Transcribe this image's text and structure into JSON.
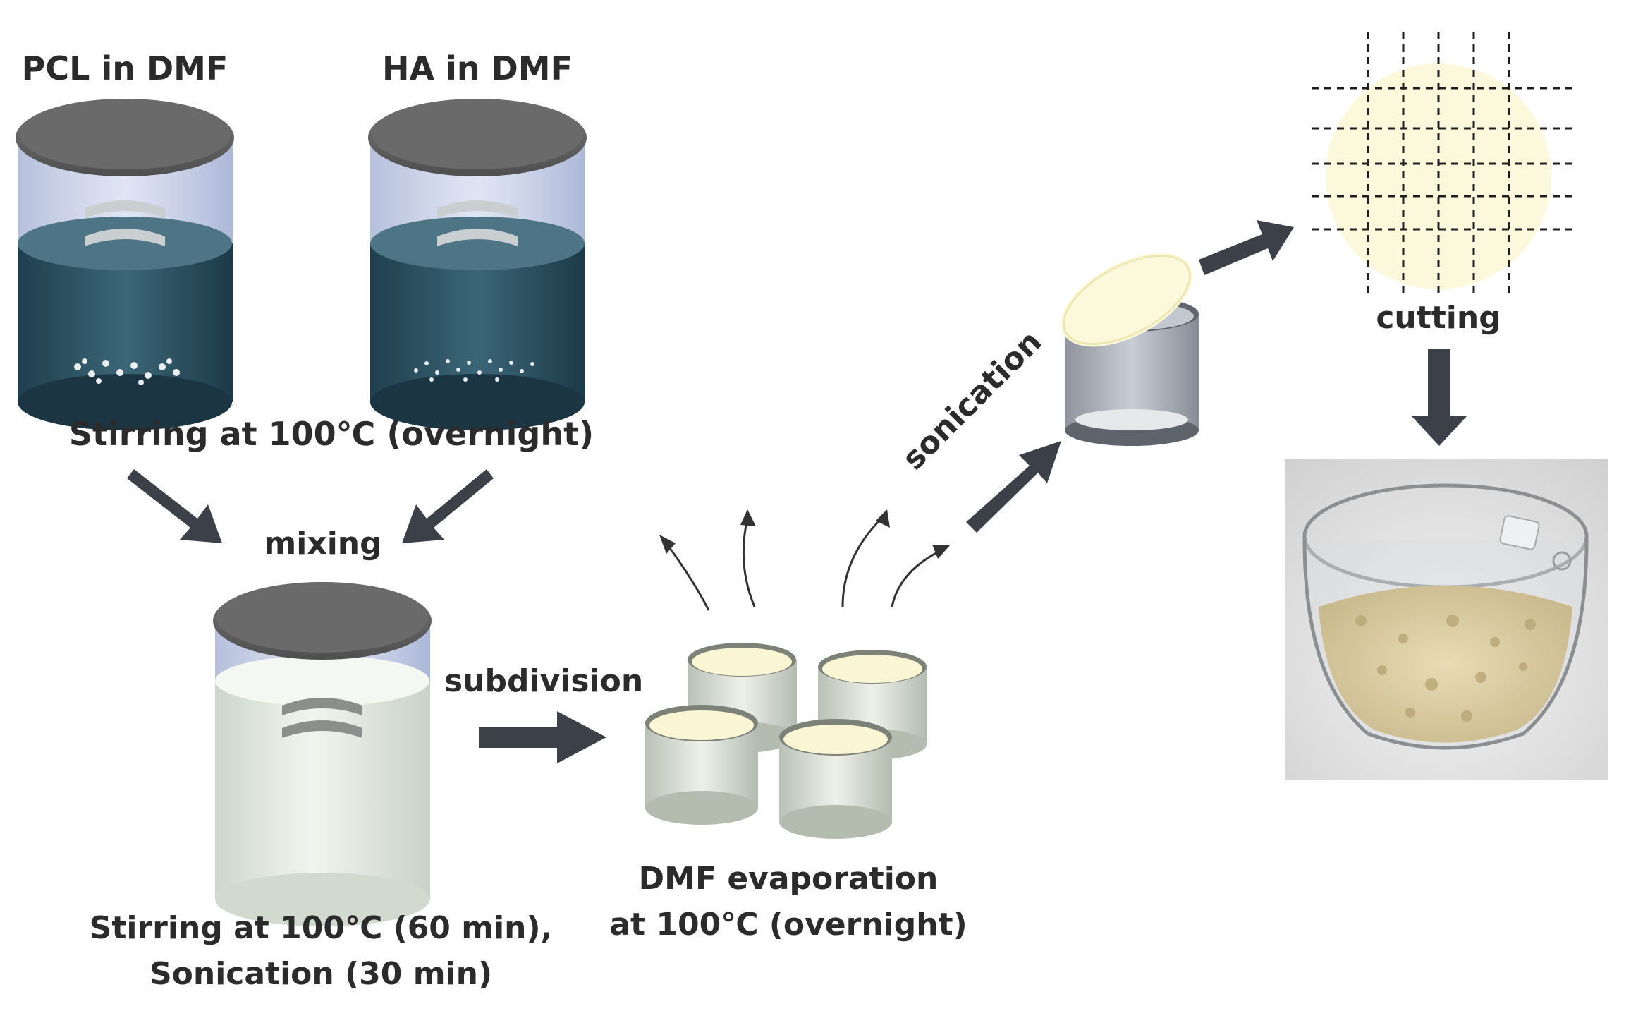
{
  "labels": {
    "pcl": "PCL in DMF",
    "ha": "HA in DMF",
    "stirring_overnight": "Stirring at 100℃ (overnight)",
    "mixing": "mixing",
    "subdivision": "subdivision",
    "stirring_60": "Stirring at 100℃ (60 min),",
    "sonication_30": "Sonication (30 min)",
    "dmf_evap_1": "DMF evaporation",
    "dmf_evap_2": "at 100℃ (overnight)",
    "sonication": "sonication",
    "cutting": "cutting"
  },
  "colors": {
    "arrow": "#3c4049",
    "lid": "#5f5f5f",
    "solution_dark": "#2f5566",
    "solution_milky": "#e6ece4",
    "cream": "#fbf8dc"
  }
}
